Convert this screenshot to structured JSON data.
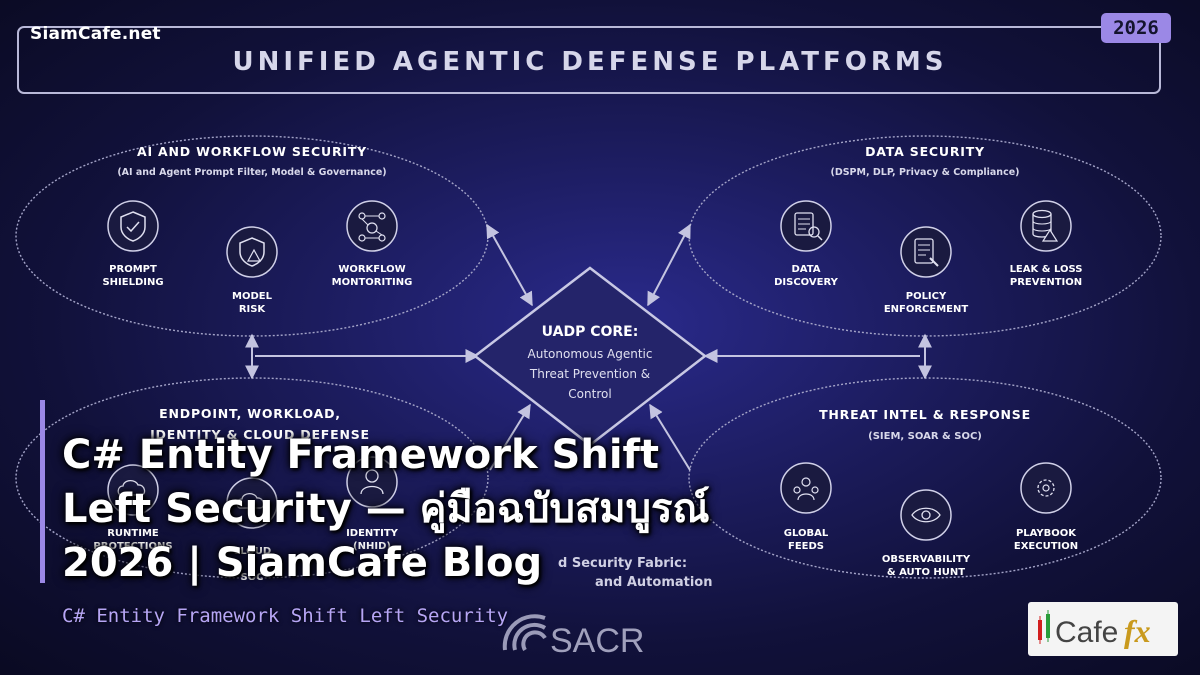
{
  "site_name": "SiamCafe.net",
  "year_badge": "2026",
  "diagram": {
    "title": "UNIFIED AGENTIC DEFENSE PLATFORMS",
    "core": {
      "title": "UADP CORE:",
      "line1": "Autonomous Agentic",
      "line2": "Threat Prevention &",
      "line3": "Control"
    },
    "ai_section": {
      "title": "AI AND WORKFLOW SECURITY",
      "subtitle": "(AI and Agent Prompt Filter, Model & Governance)",
      "items": [
        {
          "line1": "PROMPT",
          "line2": "SHIELDING"
        },
        {
          "line1": "MODEL",
          "line2": "RISK"
        },
        {
          "line1": "WORKFLOW",
          "line2": "MONTORITING"
        }
      ]
    },
    "data_section": {
      "title": "DATA SECURITY",
      "subtitle": "(DSPM, DLP, Privacy & Compliance)",
      "items": [
        {
          "line1": "DATA",
          "line2": "DISCOVERY"
        },
        {
          "line1": "POLICY",
          "line2": "ENFORCEMENT"
        },
        {
          "line1": "LEAK & LOSS",
          "line2": "PREVENTION"
        }
      ]
    },
    "endpoint_section": {
      "title_line1": "ENDPOINT, WORKLOAD,",
      "title_line2": "IDENTITY & CLOUD DEFENSE",
      "items": [
        {
          "line1": "RUNTIME",
          "line2": "PROTECTIONS"
        },
        {
          "line1": "CLOUD",
          "line2": "SOC"
        },
        {
          "line1": "IDENTITY",
          "line2": "(NHID)"
        }
      ]
    },
    "threat_section": {
      "title": "THREAT INTEL & RESPONSE",
      "subtitle": "(SIEM, SOAR & SOC)",
      "items": [
        {
          "line1": "GLOBAL",
          "line2": "FEEDS"
        },
        {
          "line1": "OBSERVABILITY",
          "line2": "& AUTO HUNT"
        },
        {
          "line1": "PLAYBOOK",
          "line2": "EXECUTION"
        }
      ]
    },
    "fabric": {
      "line1": "d Security Fabric:",
      "line2": "and Automation"
    },
    "sacr_logo": "SACR"
  },
  "overlay": {
    "title": "C# Entity Framework Shift Left Security — คู่มือฉบับสมบูรณ์ 2026 | SiamCafe Blog",
    "subtitle": "C# Entity Framework Shift Left Security"
  },
  "cafefx_logo": {
    "part1": "Cafe",
    "part2": "fx"
  },
  "colors": {
    "accent": "#9b88e6",
    "background": "#1c1c5e",
    "line": "#b8b8d8"
  }
}
